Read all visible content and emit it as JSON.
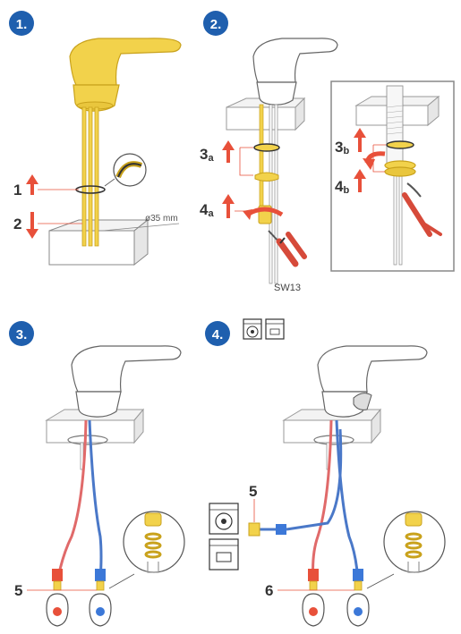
{
  "steps": {
    "s1": "1.",
    "s2": "2.",
    "s3": "3.",
    "s4": "4."
  },
  "panel1": {
    "label_up": "1",
    "label_down": "2",
    "hole_dim": "ø35 mm"
  },
  "panel2": {
    "label_3a_num": "3",
    "label_3a_sub": "a",
    "label_4a_num": "4",
    "label_4a_sub": "a",
    "wrench": "SW13",
    "label_3b_num": "3",
    "label_3b_sub": "b",
    "label_4b_num": "4",
    "label_4b_sub": "b"
  },
  "panel3": {
    "label_valve": "5"
  },
  "panel4": {
    "label_appliance": "5",
    "label_valve": "6"
  },
  "colors": {
    "badge": "#1f5fae",
    "arrow_red": "#e8503a",
    "gold": "#f2d24b",
    "gold_dark": "#c9a21c",
    "hose_red": "#e06a6a",
    "hose_blue": "#4a78c8",
    "ring_grey": "#555555"
  },
  "icons": {
    "appliance": "washing-machine-and-dishwasher-icon"
  }
}
